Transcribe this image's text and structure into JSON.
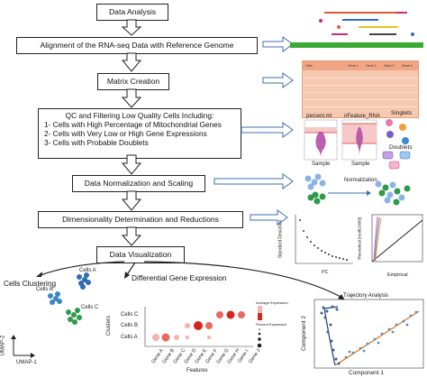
{
  "steps": {
    "data_analysis": "Data Analysis",
    "alignment": "Alignment of the RNA-seq Data with Reference Genome",
    "matrix": "Matrix Creation",
    "qc_head": "QC and Filtering Low Quality Cells Including:",
    "qc_1": "1- Cells with High Percentage of Mitochondrial Genes",
    "qc_2": "2- Cells with Very Low or High Gene Expressions",
    "qc_3": "3- Cells with Probable Doublets",
    "normalization": "Data Normalization and Scaling",
    "dimensionality": "Dimensionality Determination and Reductions",
    "visualization": "Data Visualization"
  },
  "branches": {
    "clustering": "Cells Clustering",
    "dge": "Differential Gene Expression",
    "trajectory": "Trajectory Analysis"
  },
  "qc_panel": {
    "percent_mt": "percent.mt",
    "nfeature": "nFeature_RNA",
    "sample_1": "Sample",
    "sample_2": "Sample",
    "singlets": "Singlets",
    "doublets": "Doublets"
  },
  "norm_panel": {
    "label": "Normalization"
  },
  "matrix_panel": {
    "header": [
      "Cells",
      "Gene 1",
      "Gene 2",
      "Gene 3",
      "Gene 4"
    ]
  },
  "elbow": {
    "ylabel": "Standard Deviation",
    "xlabel": "PC"
  },
  "qq": {
    "ylabel": "Theoretical [runif(1000)]",
    "xlabel": "Empirical"
  },
  "umap": {
    "cells_a": "Cells A",
    "cells_b": "Cells B",
    "cells_c": "Cells C",
    "ylabel": "UMAP-2",
    "xlabel": "UMAP-1"
  },
  "dotplot": {
    "ylabel": "Clusters",
    "xlabel": "Features",
    "rows": [
      "Cells C",
      "Cells B",
      "Cells A"
    ],
    "genes": [
      "Gene A",
      "Gene B",
      "Gene C",
      "Gene D",
      "Gene E",
      "Gene F",
      "Gene G",
      "Gene H",
      "Gene I",
      "Gene J"
    ],
    "legend_title_1": "Average Expression",
    "legend_title_2": "Percent Expressed"
  },
  "trajectory_plot": {
    "ylabel": "Component 2",
    "xlabel": "Component 1"
  },
  "colors": {
    "arrow_outline": "#3b6fb0",
    "genome_bar": "#3aaa35",
    "table_bg": "#f7c9b1",
    "cluster_a": "#2e6db4",
    "cluster_b": "#3d86c6",
    "cluster_c": "#2e9a4a",
    "dot_red": "#d7261e",
    "traj_line": "#e07b1a"
  }
}
